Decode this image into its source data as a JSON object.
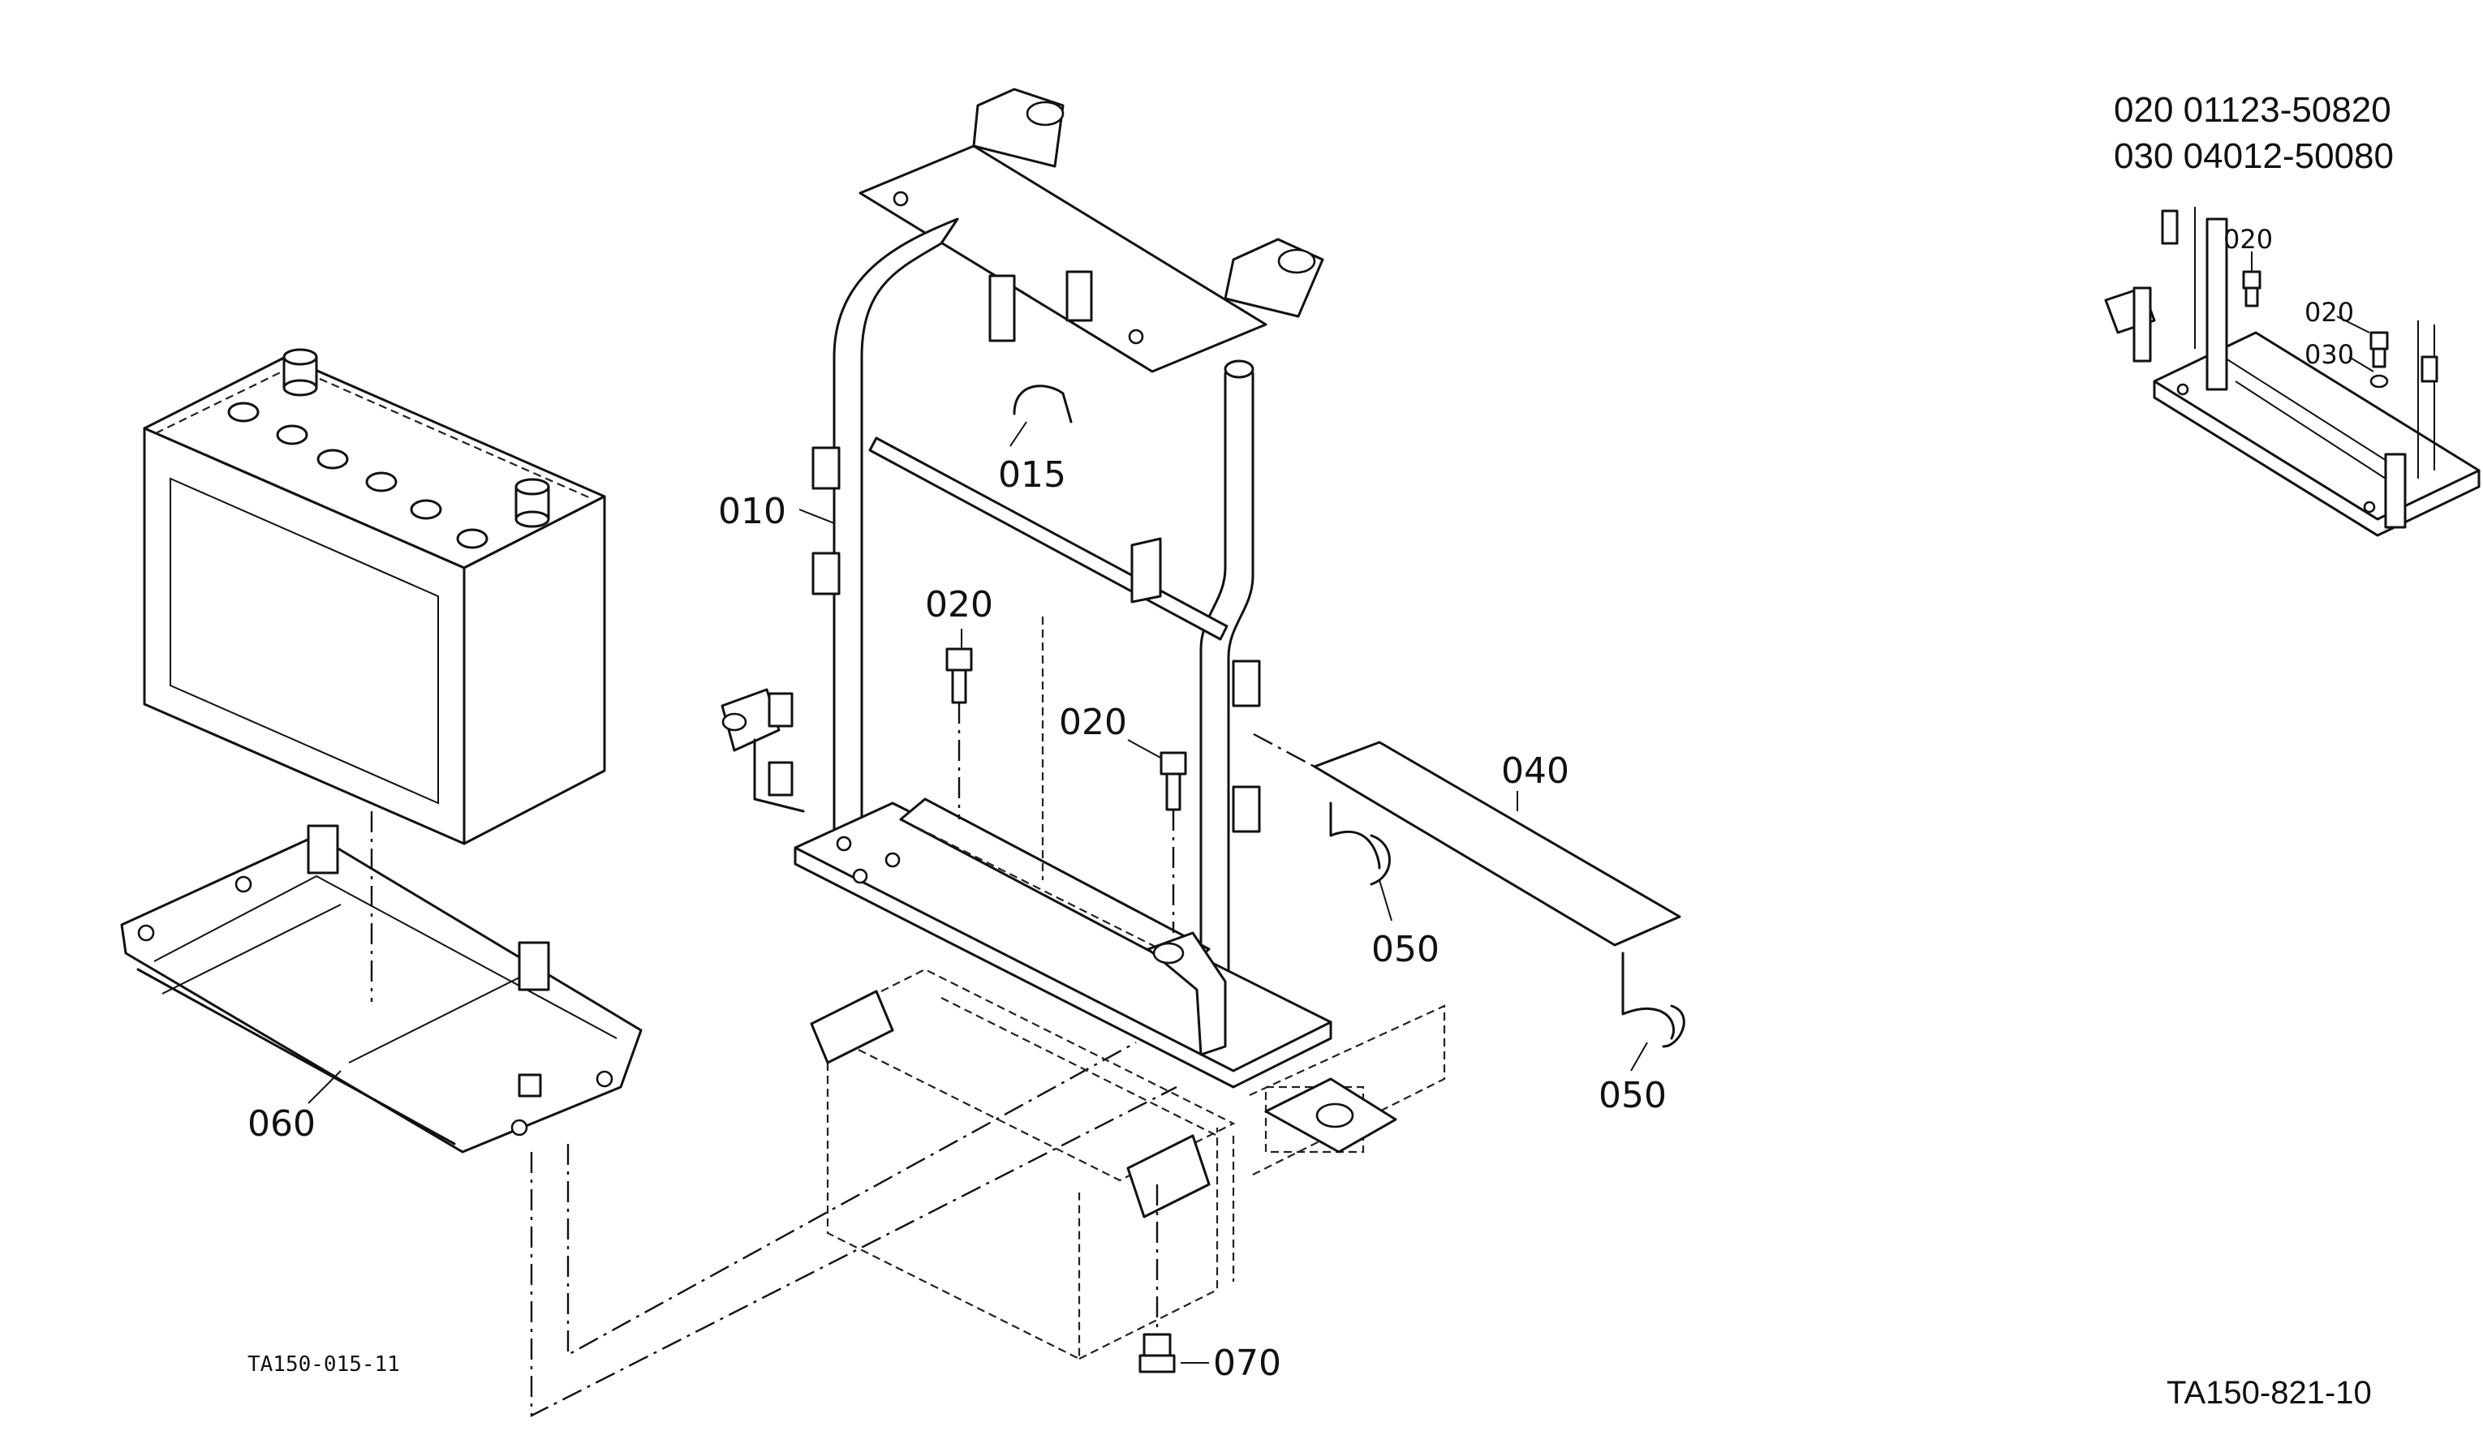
{
  "parts_table": [
    {
      "line": "020 01123-50820"
    },
    {
      "line": "030 04012-50080"
    }
  ],
  "callouts": {
    "c010": "010",
    "c015": "015",
    "c020a": "020",
    "c020b": "020",
    "c040": "040",
    "c050a": "050",
    "c050b": "050",
    "c060": "060",
    "c070": "070"
  },
  "detail_callouts": {
    "d020a": "020",
    "d020b": "020",
    "d030": "030"
  },
  "figure_refs": {
    "left": "TA150-015-11",
    "right": "TA150-821-10"
  }
}
